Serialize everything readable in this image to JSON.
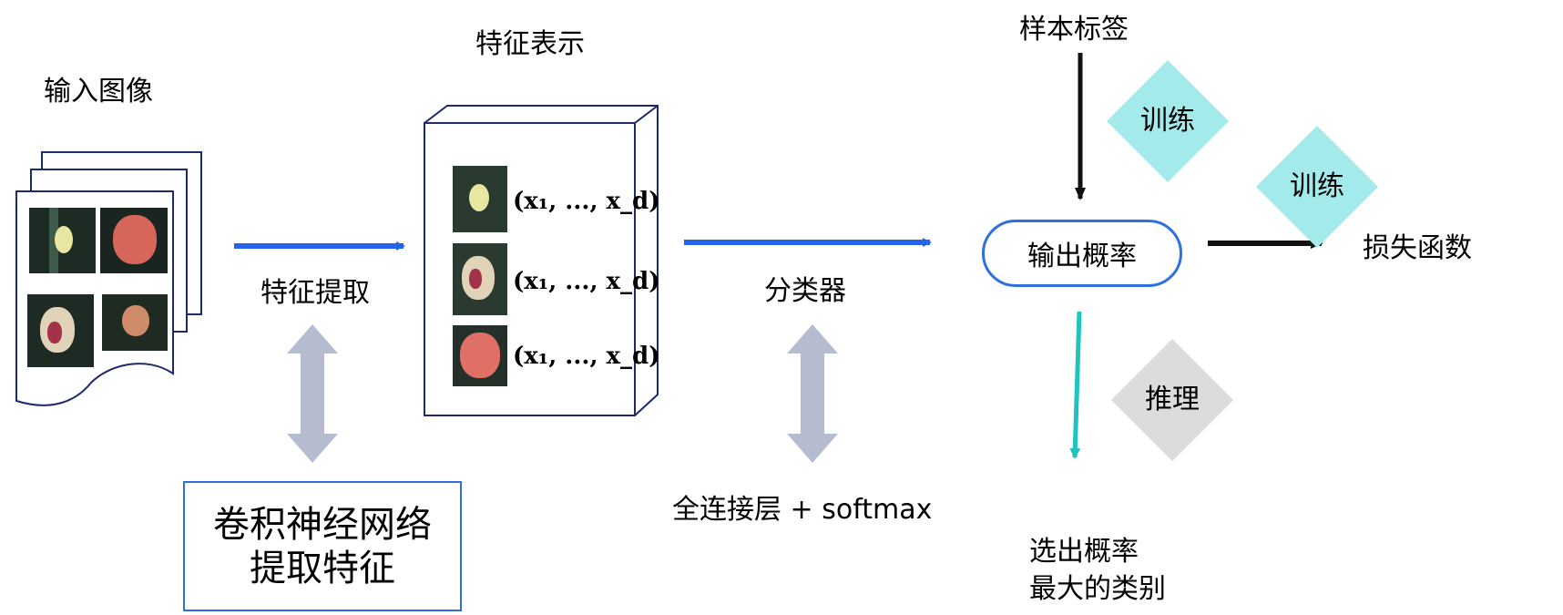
{
  "labels": {
    "input_image": "输入图像",
    "feature_repr": "特征表示",
    "feature_extract": "特征提取",
    "classifier": "分类器",
    "sample_label": "样本标签",
    "loss_function": "损失函数",
    "fc_softmax": "全连接层 + softmax",
    "select_max_line1": "选出概率",
    "select_max_line2": "最大的类别"
  },
  "conv_box": {
    "line1": "卷积神经网络",
    "line2": "提取特征"
  },
  "prob_node": "输出概率",
  "diamonds": {
    "train_top": "训练",
    "train_right": "训练",
    "inference": "推理"
  },
  "feature_vector": "(x₁, ..., x_d)",
  "colors": {
    "blue_arrow": "#2563eb",
    "box_border": "#2f6fe0",
    "teal_diamond": "#a2ebea",
    "gray_diamond": "#dcdcdc",
    "teal_arrow": "#1fc4c0",
    "double_arrow": "#b6bccf",
    "stack_border": "#1e2a6e"
  }
}
